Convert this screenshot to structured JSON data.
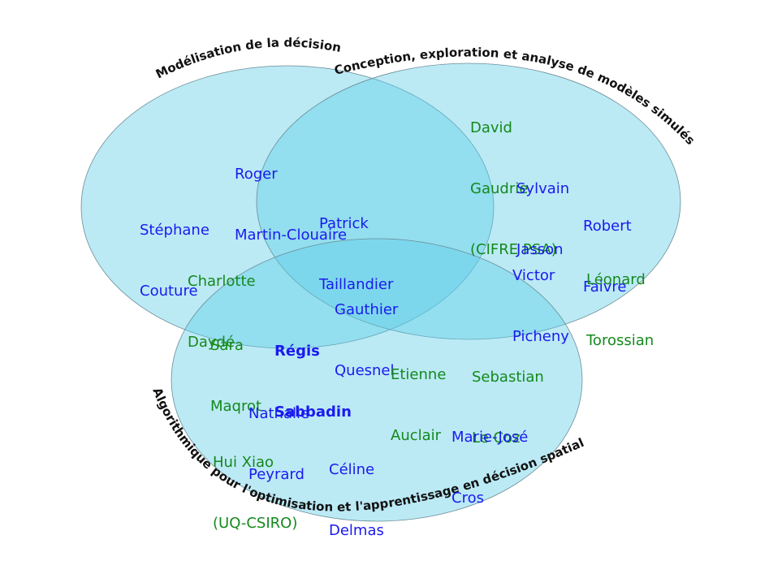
{
  "colors": {
    "blue": "#1a1aee",
    "green": "#15891c",
    "circle_fill": "#5ccde8"
  },
  "circles": [
    {
      "name": "Modélisation de la décision"
    },
    {
      "name": "Conception, exploration et analyse de modèles simulés"
    },
    {
      "name": "Algorithmique pour l'optimisation et l'apprentissage en décision spatialisée"
    }
  ],
  "people": [
    {
      "id": "roger",
      "lines": [
        "Roger",
        "Martin-Clouaire"
      ],
      "color": "blue",
      "bold": false
    },
    {
      "id": "stephane",
      "lines": [
        "Stéphane",
        "Couture"
      ],
      "color": "blue",
      "bold": false
    },
    {
      "id": "charlotte",
      "lines": [
        "Charlotte",
        "Daydé"
      ],
      "color": "green",
      "bold": false
    },
    {
      "id": "patrick",
      "lines": [
        "Patrick",
        "Taillandier"
      ],
      "color": "blue",
      "bold": false
    },
    {
      "id": "david",
      "lines": [
        "David",
        "Gaudrie",
        "(CIFRE PSA)"
      ],
      "color": "green",
      "bold": false
    },
    {
      "id": "sylvain",
      "lines": [
        "Sylvain",
        "Jasson"
      ],
      "color": "blue",
      "bold": false
    },
    {
      "id": "robert",
      "lines": [
        "Robert",
        "Faivre"
      ],
      "color": "blue",
      "bold": false
    },
    {
      "id": "victor",
      "lines": [
        "Victor",
        "Picheny"
      ],
      "color": "blue",
      "bold": false
    },
    {
      "id": "leonard",
      "lines": [
        "Léonard",
        "Torossian"
      ],
      "color": "green",
      "bold": false
    },
    {
      "id": "gauthier",
      "lines": [
        "Gauthier",
        "Quesnel"
      ],
      "color": "blue",
      "bold": false
    },
    {
      "id": "sara",
      "lines": [
        "Sara",
        "Maqrot"
      ],
      "color": "green",
      "bold": false
    },
    {
      "id": "regis",
      "lines": [
        "Régis",
        "Sabbadin"
      ],
      "color": "blue",
      "bold": true
    },
    {
      "id": "etienne",
      "lines": [
        "Etienne",
        "Auclair"
      ],
      "color": "green",
      "bold": false
    },
    {
      "id": "sebastian",
      "lines": [
        "Sebastian",
        "Le Coz"
      ],
      "color": "green",
      "bold": false
    },
    {
      "id": "nathalie",
      "lines": [
        "Nathalie",
        "Peyrard"
      ],
      "color": "blue",
      "bold": false
    },
    {
      "id": "marie-jose",
      "lines": [
        "Marie-José",
        "Cros"
      ],
      "color": "blue",
      "bold": false
    },
    {
      "id": "hui",
      "lines": [
        "Hui Xiao",
        "(UQ-CSIRO)"
      ],
      "color": "green",
      "bold": false
    },
    {
      "id": "celine",
      "lines": [
        "Céline",
        "Delmas"
      ],
      "color": "blue",
      "bold": false
    }
  ]
}
